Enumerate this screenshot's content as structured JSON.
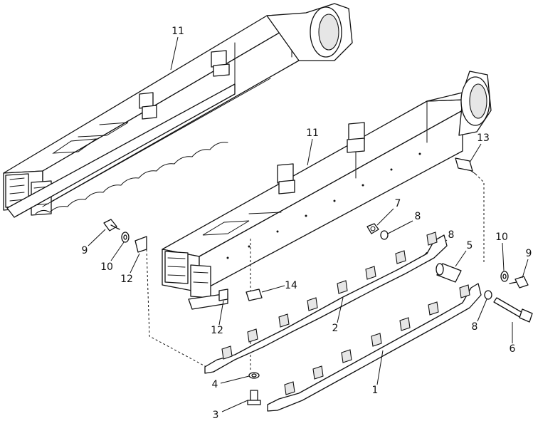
{
  "colors": {
    "ink": "#111111",
    "paper": "#ffffff",
    "shade": "#e6e6e6"
  },
  "callouts": {
    "frame_rear": "11",
    "frame_front": "11",
    "guard_right": "13",
    "bolt_left": "9",
    "washer_left": "10",
    "bracket_left_upper": "12",
    "bracket_left_lower": "12",
    "nut": "7",
    "lock_washer_upper": "8",
    "lock_washer_middle": "8",
    "spacer": "5",
    "washer_right": "10",
    "bolt_right": "9",
    "plate": "14",
    "guard_upper": "2",
    "lock_washer_lower": "8",
    "long_bolt": "6",
    "washer_bottom": "4",
    "bolt_bottom": "3",
    "guard_lower": "1"
  }
}
